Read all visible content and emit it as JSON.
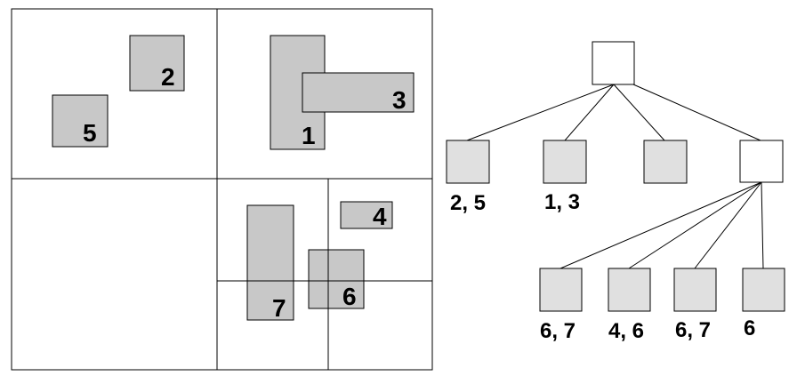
{
  "colors": {
    "background": "#ffffff",
    "stroke": "#000000",
    "rect_fill": "#c8c8c8",
    "node_fill": "#e0e0e0",
    "root_fill": "#ffffff"
  },
  "region": {
    "rects": [
      {
        "label": "2"
      },
      {
        "label": "5"
      },
      {
        "label": "1"
      },
      {
        "label": "3"
      },
      {
        "label": "4"
      },
      {
        "label": "7"
      },
      {
        "label": "6"
      }
    ]
  },
  "tree": {
    "level1": [
      {
        "label": "2, 5"
      },
      {
        "label": "1, 3"
      },
      {
        "label": ""
      },
      {
        "label": ""
      }
    ],
    "level2": [
      {
        "label": "6, 7"
      },
      {
        "label": "4, 6"
      },
      {
        "label": "6, 7"
      },
      {
        "label": "6"
      }
    ]
  }
}
